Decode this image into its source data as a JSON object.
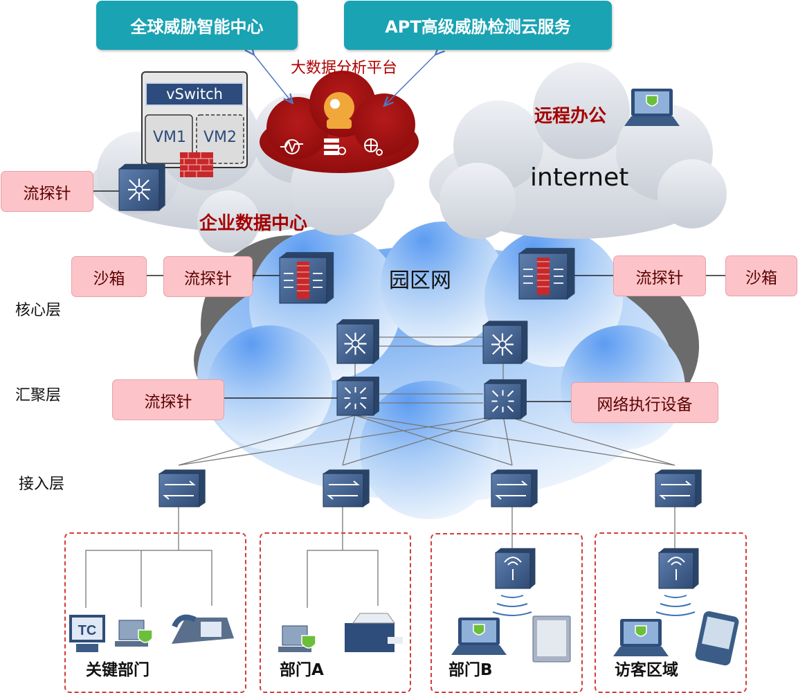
{
  "top_boxes": {
    "global_center": "全球威胁智能中心",
    "apt_service": "APT高级威胁检测云服务"
  },
  "bigdata_label": "大数据分析平台",
  "datacenter": {
    "vswitch": "vSwitch",
    "vm1": "VM1",
    "vm2": "VM2",
    "title": "企业数据中心",
    "probe": "流探针"
  },
  "remote": {
    "title": "远程办公",
    "internet": "internet"
  },
  "campus": {
    "title": "园区网",
    "left_sandbox": "沙箱",
    "left_probe": "流探针",
    "right_probe": "流探针",
    "right_sandbox": "沙箱",
    "agg_probe": "流探针",
    "enforcement": "网络执行设备"
  },
  "layers": {
    "core": "核心层",
    "aggregation": "汇聚层",
    "access": "接入层"
  },
  "departments": {
    "key": "关键部门",
    "a": "部门A",
    "b": "部门B",
    "guest": "访客区域"
  },
  "tc_label": "TC",
  "colors": {
    "teal": "#1aa3b3",
    "dark_red": "#a50000",
    "pink": "#fcc4c8",
    "device_blue": "#3a5c86",
    "dash_red": "#d43a3a"
  }
}
